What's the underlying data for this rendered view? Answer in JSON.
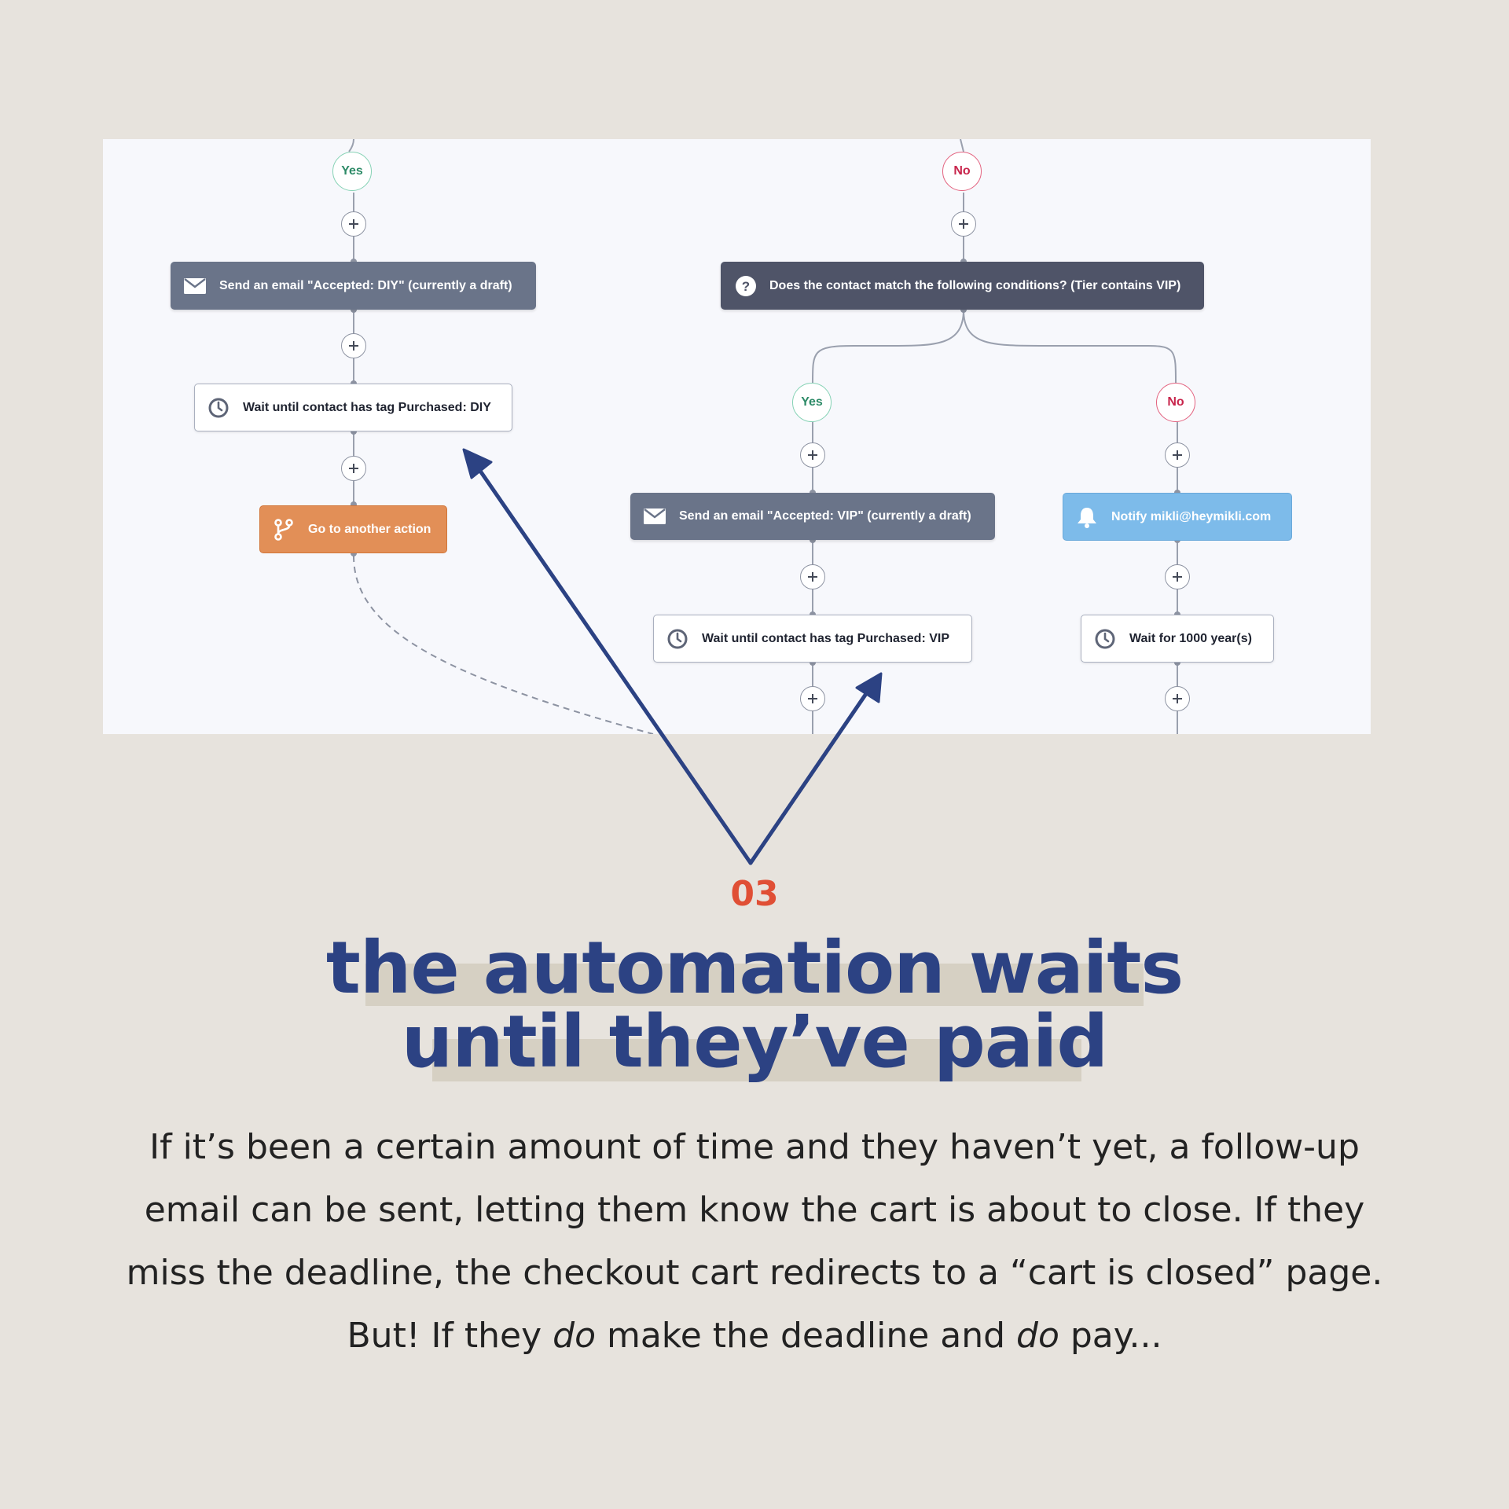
{
  "flowchart": {
    "left_branch": {
      "branch_label": "Yes",
      "email_node": "Send an email \"Accepted: DIY\" (currently a draft)",
      "wait_node": "Wait until contact has tag Purchased: DIY",
      "goto_node": "Go to another action"
    },
    "right_branch": {
      "branch_label": "No",
      "condition_node": "Does the contact match the following conditions? (Tier contains VIP)",
      "vip_yes": {
        "branch_label": "Yes",
        "email_node": "Send an email \"Accepted: VIP\" (currently a draft)",
        "wait_node": "Wait until contact has tag Purchased: VIP"
      },
      "vip_no": {
        "branch_label": "No",
        "notify_node": "Notify mikli@heymikli.com",
        "wait_node": "Wait for 1000 year(s)"
      }
    },
    "icons": [
      "envelope-icon",
      "clock-icon",
      "branch-icon",
      "question-icon",
      "bell-icon",
      "plus-icon"
    ],
    "colors": {
      "yes": "#2e8b68",
      "no": "#c8254c",
      "email_node": "#6a7489",
      "condition_node": "#4f5468",
      "goto_node": "#e28f57",
      "notify_node": "#7dbbea",
      "annotation_arrow": "#2c4283"
    }
  },
  "step": {
    "number": "03",
    "headline_line1": "the automation waits",
    "headline_line2": "until they’ve paid"
  },
  "body": {
    "part1": "If it’s been a certain amount of time and they haven’t yet, a follow-up email can be sent, letting them know the cart is about to close. If they miss the deadline, the checkout cart redirects to a “cart is closed” page. But! If they ",
    "em1": "do",
    "part2": " make the deadline and ",
    "em2": "do",
    "part3": " pay..."
  }
}
